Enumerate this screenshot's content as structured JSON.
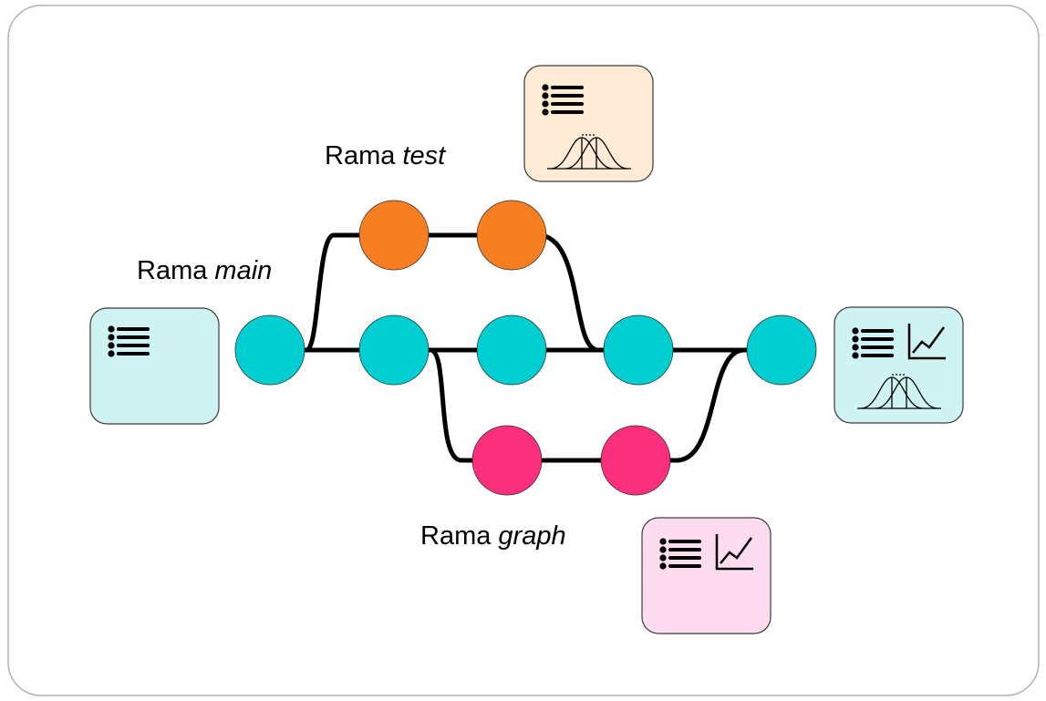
{
  "branches": [
    {
      "id": "main",
      "prefix": "Rama ",
      "name": "main",
      "color": "#00ced1"
    },
    {
      "id": "test",
      "prefix": "Rama ",
      "name": "test",
      "color": "#f77f22"
    },
    {
      "id": "graph",
      "prefix": "Rama ",
      "name": "graph",
      "color": "#fc2f7c"
    }
  ],
  "cards": [
    {
      "id": "start",
      "fill": "#cff3f2",
      "icons": [
        "list-icon"
      ]
    },
    {
      "id": "test",
      "fill": "#fdebd6",
      "icons": [
        "list-icon",
        "distribution-icon"
      ]
    },
    {
      "id": "graph",
      "fill": "#fcdcee",
      "icons": [
        "list-icon",
        "line-chart-icon"
      ]
    },
    {
      "id": "merged",
      "fill": "#cff3f2",
      "icons": [
        "list-icon",
        "line-chart-icon",
        "distribution-icon"
      ]
    }
  ]
}
